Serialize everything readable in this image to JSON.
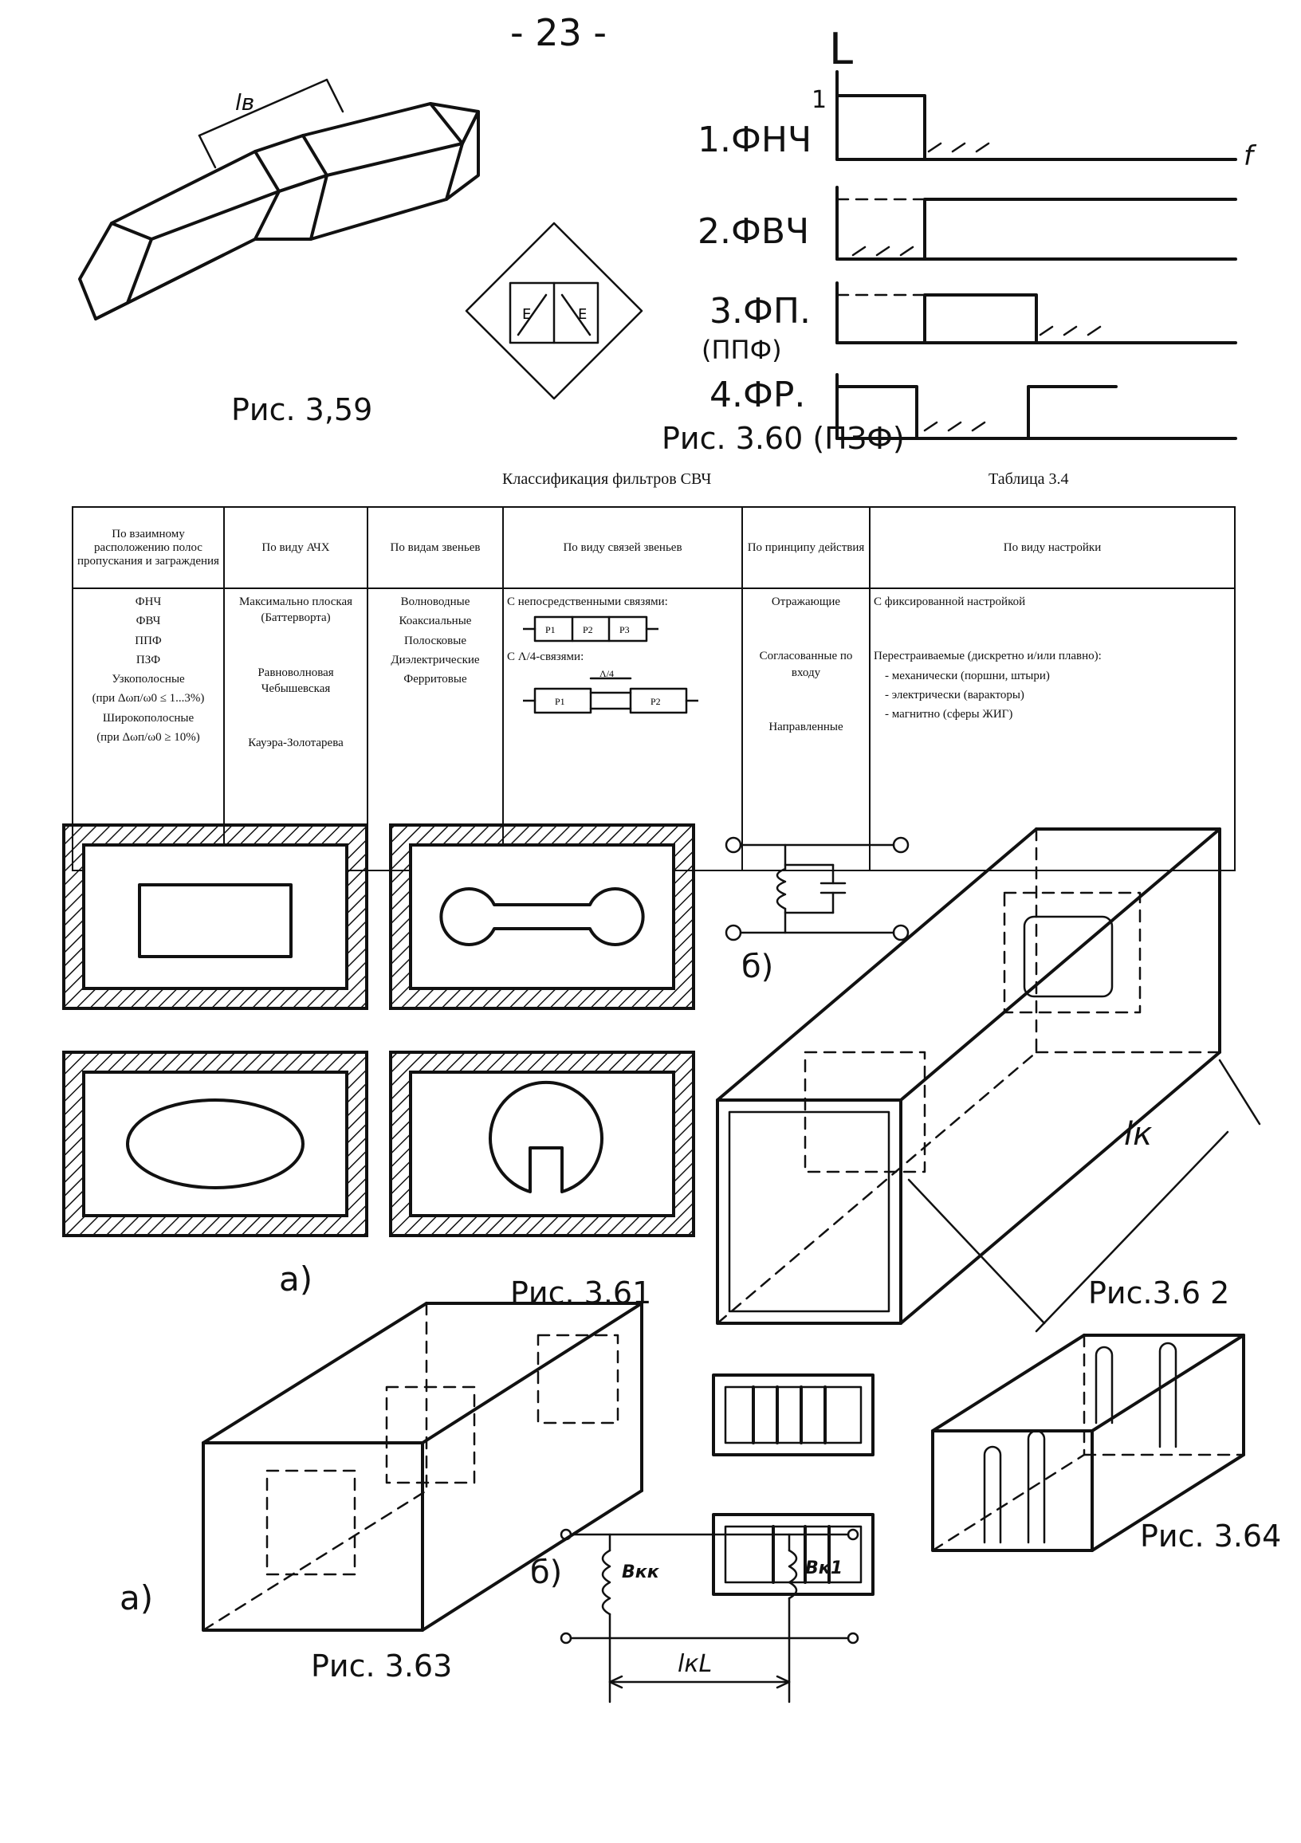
{
  "page_number": "- 23 -",
  "fig359": {
    "caption": "Рис. 3,59",
    "length_label": "lв"
  },
  "fig360": {
    "caption": "Рис. 3.60 (ПЗФ)",
    "axis_y": "L",
    "level": "1",
    "axis_x": "f",
    "rows": [
      "1.ФНЧ",
      "2.ФВЧ",
      "3.ФП.",
      "4.ФР."
    ],
    "row3_sub": "(ППФ)"
  },
  "table": {
    "title": "Классификация фильтров СВЧ",
    "number_label": "Таблица 3.4",
    "headers": [
      "По взаимному расположению полос пропускания и заграждения",
      "По виду АЧХ",
      "По видам звеньев",
      "По виду связей звеньев",
      "По принципу действия",
      "По виду настройки"
    ],
    "col1": [
      "ФНЧ",
      "ФВЧ",
      "ППФ",
      "ПЗФ",
      "Узкополосные",
      "(при Δωп/ω0 ≤ 1...3%)",
      "Широкополосные",
      "(при Δωп/ω0 ≥ 10%)"
    ],
    "col2": [
      "Максимально плоская (Баттерворта)",
      "Равноволновая Чебышевская",
      "Кауэра-Золотарева"
    ],
    "col3": [
      "Волноводные",
      "Коаксиальные",
      "Полосковые",
      "Диэлектрические",
      "Ферритовые"
    ],
    "col4": {
      "direct": "С непосредственными связями:",
      "quarter": "С Λ/4-связями:",
      "blocks": [
        "P1",
        "P2",
        "P3"
      ],
      "lambda": "Λ/4"
    },
    "col5": [
      "Отражающие",
      "Согласованные по входу",
      "Направленные"
    ],
    "col6": {
      "fixed": "С фиксированной настройкой",
      "tunable": "Перестраиваемые (дискретно и/или плавно):",
      "items": [
        "механически (поршни, штыри)",
        "электрически (варакторы)",
        "магнитно (сферы ЖИГ)"
      ]
    }
  },
  "fig361": {
    "caption": "Рис. 3.61",
    "label_a": "а)",
    "label_b": "б)"
  },
  "fig362": {
    "caption": "Рис.3.6 2",
    "length_label": "lк"
  },
  "fig363": {
    "caption": "Рис. 3.63",
    "label_a": "а)",
    "label_b": "б)",
    "b1": "Вкк",
    "b2": "Вк1",
    "len": "lкL"
  },
  "fig364": {
    "caption": "Рис. 3.64"
  }
}
